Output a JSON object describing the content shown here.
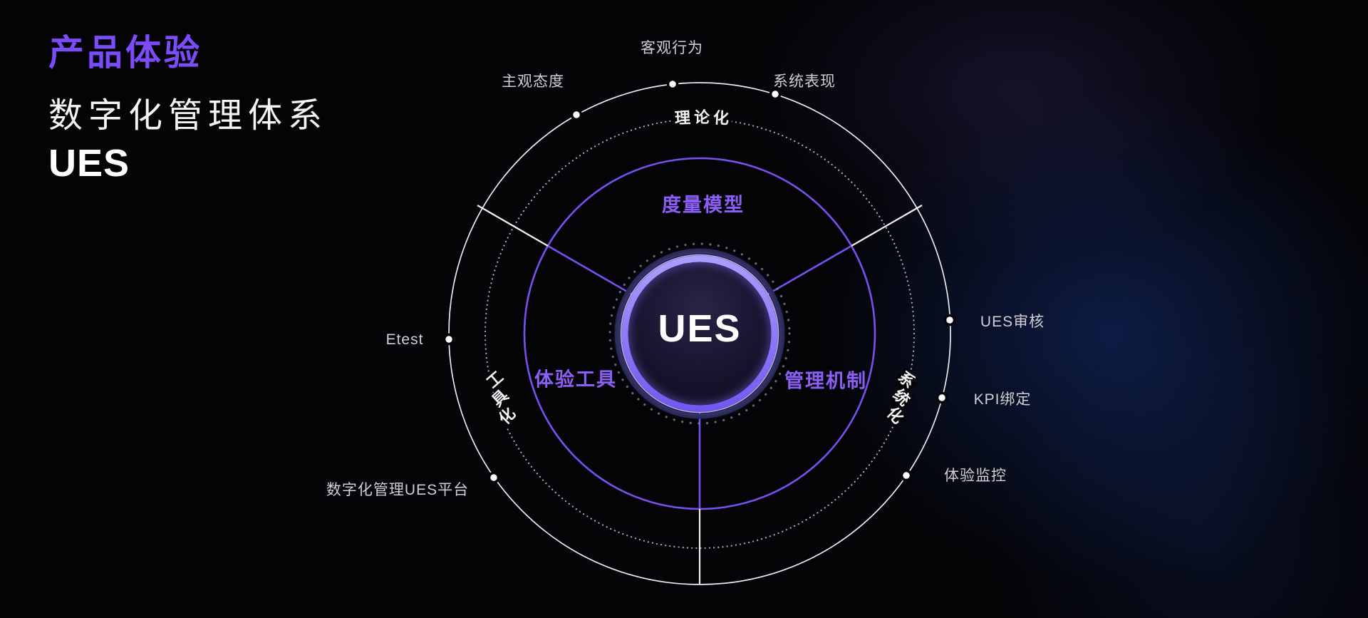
{
  "title": {
    "line1": "产品体验",
    "line2": "数字化管理体系",
    "line3": "UES"
  },
  "center": {
    "label": "UES"
  },
  "sectors": [
    {
      "label": "度量模型"
    },
    {
      "label": "体验工具"
    },
    {
      "label": "管理机制"
    }
  ],
  "rings": [
    {
      "label": "理论化"
    },
    {
      "label": "工具化"
    },
    {
      "label": "系统化"
    }
  ],
  "outer_labels": [
    {
      "label": "客观行为"
    },
    {
      "label": "主观态度"
    },
    {
      "label": "系统表现"
    },
    {
      "label": "Etest"
    },
    {
      "label": "UES审核"
    },
    {
      "label": "KPI绑定"
    },
    {
      "label": "数字化管理UES平台"
    },
    {
      "label": "体验监控"
    }
  ],
  "colors": {
    "accent_purple": "#7c4bfa",
    "sector_purple": "#8d5ef5",
    "circle_purple": "#7a4ff0",
    "center_ring": "#8570fb",
    "label_gray": "#cfcfd4",
    "background": "#040407",
    "glow_blue": "#16306f"
  }
}
